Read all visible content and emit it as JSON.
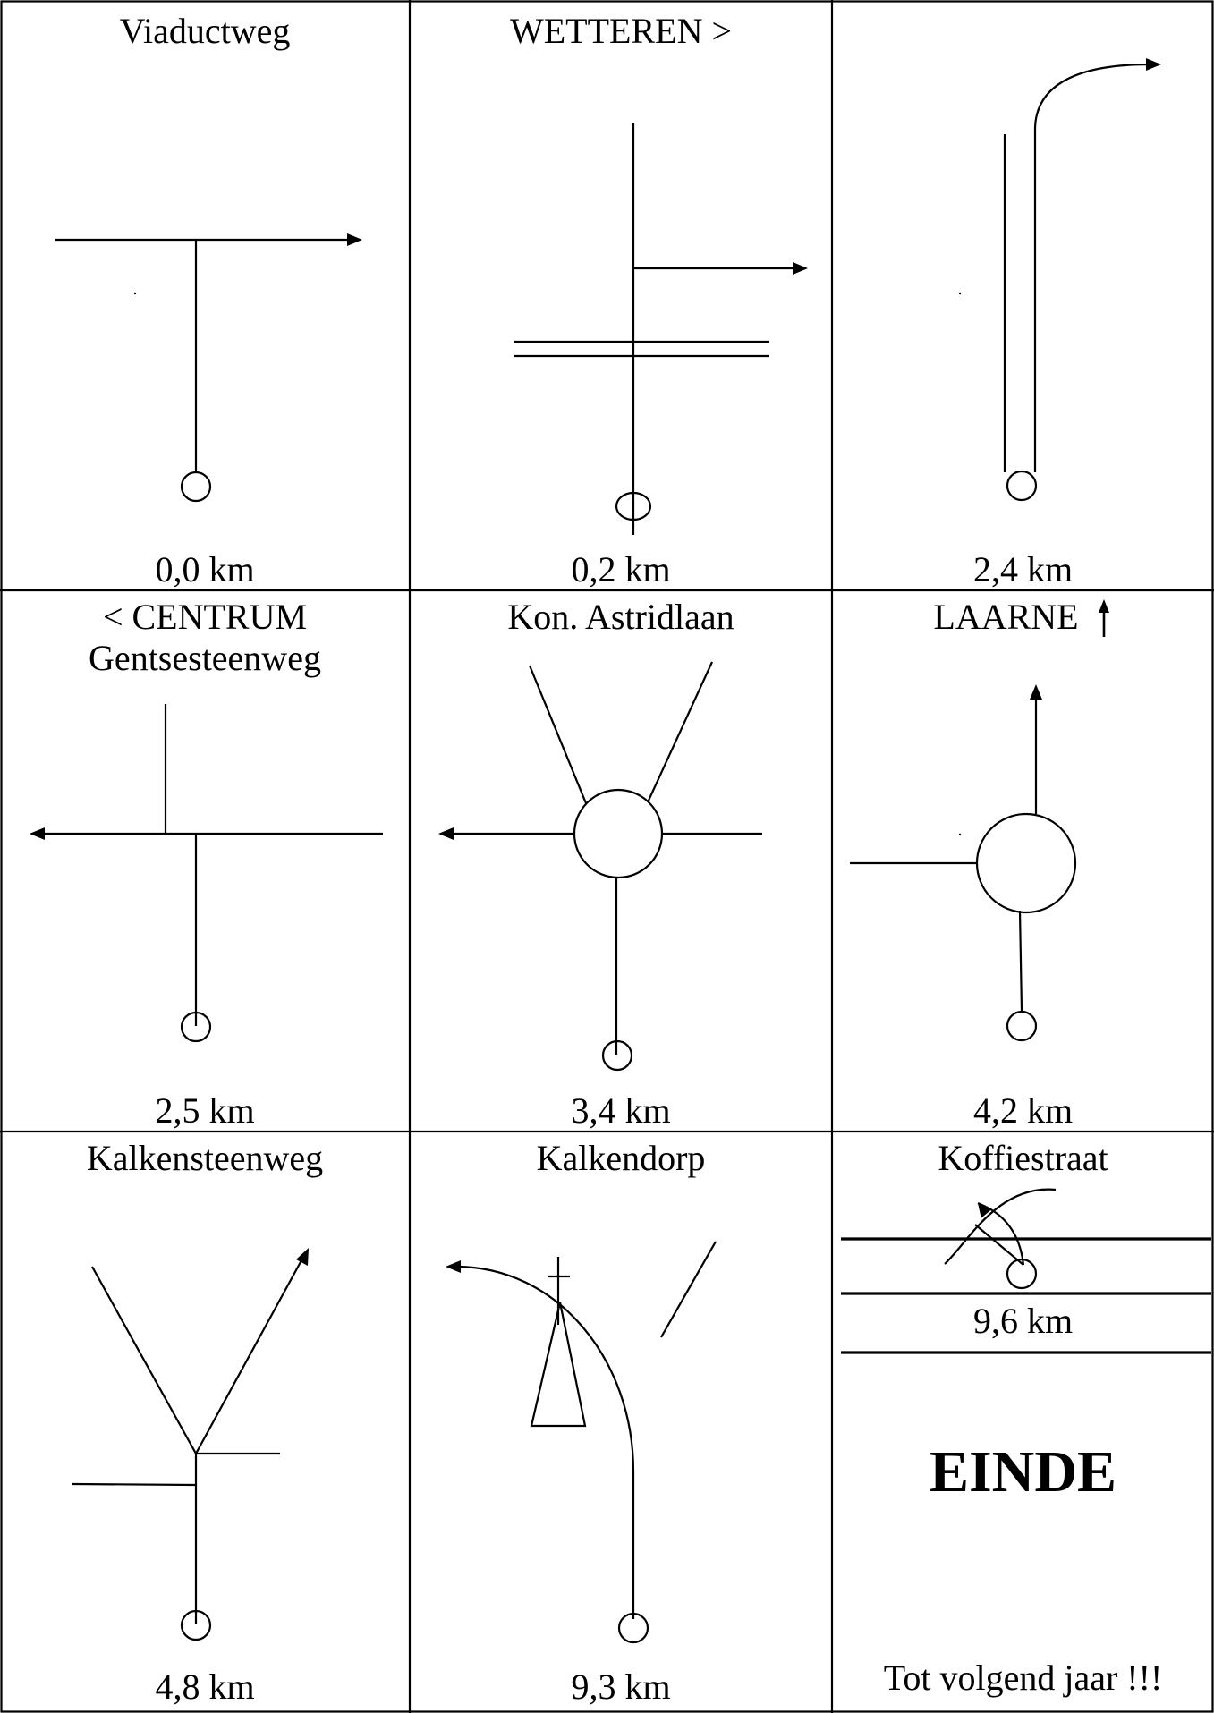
{
  "steps": [
    {
      "title": "Viaductweg",
      "distance": "0,0 km"
    },
    {
      "title": "WETTEREN >",
      "distance": "0,2 km"
    },
    {
      "title": "",
      "distance": "2,4 km"
    },
    {
      "title": "< CENTRUM",
      "subtitle": "Gentsesteenweg",
      "distance": "2,5 km"
    },
    {
      "title": "Kon. Astridlaan",
      "distance": "3,4 km"
    },
    {
      "title": "LAARNE",
      "distance": "4,2 km"
    },
    {
      "title": "Kalkensteenweg",
      "distance": "4,8 km"
    },
    {
      "title": "Kalkendorp",
      "distance": "9,3 km"
    },
    {
      "title": "Koffiestraat",
      "distance": "9,6 km"
    }
  ],
  "end": {
    "heading": "EINDE",
    "message": "Tot volgend jaar !!!"
  }
}
